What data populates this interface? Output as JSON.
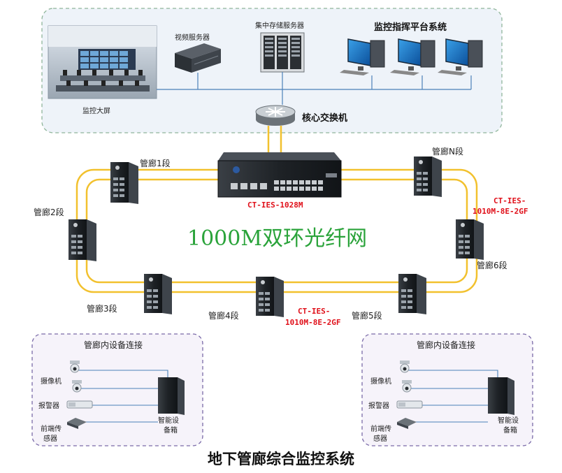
{
  "top": {
    "screen_label": "监控大屏",
    "video_server_label": "视频服务器",
    "storage_label": "集中存储服务器",
    "platform_label": "监控指挥平台系统",
    "core_switch_label": "核心交换机"
  },
  "core": {
    "model": "CT-IES-1028M"
  },
  "ring": {
    "title": "1000M双环光纤网",
    "segments": {
      "s1": "管廊1段",
      "s2": "管廊2段",
      "s3": "管廊3段",
      "s4": "管廊4段",
      "s5": "管廊5段",
      "s6": "管廊6段",
      "sN": "管廊N段"
    },
    "model_right": {
      "line1": "CT-IES-",
      "line2": "1010M-8E-2GF"
    },
    "model_bottom": {
      "line1": "CT-IES-",
      "line2": "1010M-8E-2GF"
    }
  },
  "left_box": {
    "title": "管廊内设备连接",
    "camera": "摄像机",
    "alarm": "报警器",
    "sensor_line1": "前端传",
    "sensor_line2": "感器",
    "cabinet_line1": "智能设",
    "cabinet_line2": "备箱"
  },
  "right_box": {
    "title": "管廊内设备连接",
    "camera": "摄像机",
    "alarm": "报警器",
    "sensor_line1": "前端传",
    "sensor_line2": "感器",
    "cabinet_line1": "智能设",
    "cabinet_line2": "备箱"
  },
  "title": "地下管廊综合监控系统",
  "colors": {
    "ring": "#f2c12e",
    "link": "#4a80b8",
    "box_border": "#7a6aa8",
    "top_box_fill": "#eef3f9",
    "bottom_box_fill": "#f6f3fa",
    "ring_title": "#2aa33a",
    "model_text": "#e0101a"
  }
}
